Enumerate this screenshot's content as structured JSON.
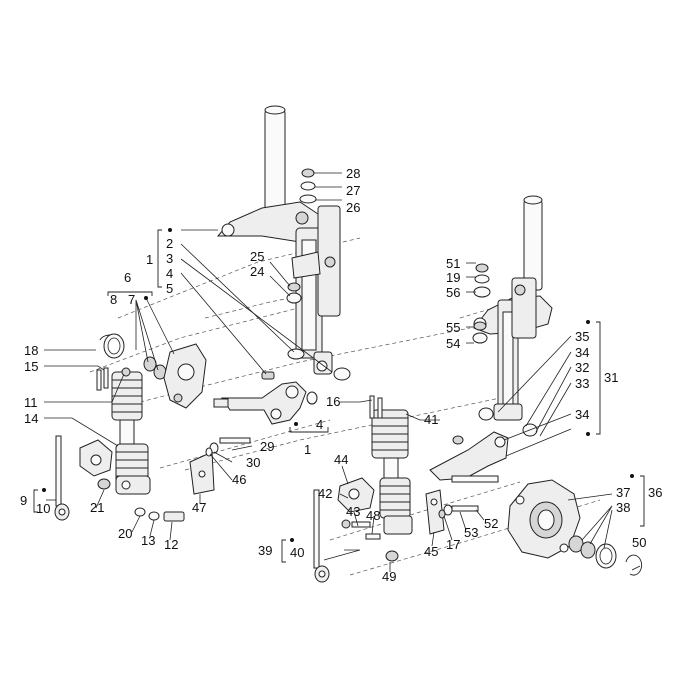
{
  "callouts": [
    {
      "id": "c1",
      "text": "1"
    },
    {
      "id": "c2",
      "text": "2"
    },
    {
      "id": "c3",
      "text": "3"
    },
    {
      "id": "c4",
      "text": "4"
    },
    {
      "id": "c5",
      "text": "5"
    },
    {
      "id": "c6",
      "text": "6"
    },
    {
      "id": "c7",
      "text": "7"
    },
    {
      "id": "c8",
      "text": "8"
    },
    {
      "id": "c9",
      "text": "9"
    },
    {
      "id": "c10",
      "text": "10"
    },
    {
      "id": "c11",
      "text": "11"
    },
    {
      "id": "c12",
      "text": "12"
    },
    {
      "id": "c13",
      "text": "13"
    },
    {
      "id": "c14",
      "text": "14"
    },
    {
      "id": "c15",
      "text": "15"
    },
    {
      "id": "c16",
      "text": "16"
    },
    {
      "id": "c17",
      "text": "17"
    },
    {
      "id": "c18",
      "text": "18"
    },
    {
      "id": "c19",
      "text": "19"
    },
    {
      "id": "c20",
      "text": "20"
    },
    {
      "id": "c21",
      "text": "21"
    },
    {
      "id": "c24",
      "text": "24"
    },
    {
      "id": "c25",
      "text": "25"
    },
    {
      "id": "c26",
      "text": "26"
    },
    {
      "id": "c27",
      "text": "27"
    },
    {
      "id": "c28",
      "text": "28"
    },
    {
      "id": "c29",
      "text": "29"
    },
    {
      "id": "c30",
      "text": "30"
    },
    {
      "id": "c31",
      "text": "31"
    },
    {
      "id": "c32",
      "text": "32"
    },
    {
      "id": "c33",
      "text": "33"
    },
    {
      "id": "c34",
      "text": "34"
    },
    {
      "id": "c35",
      "text": "35"
    },
    {
      "id": "c36",
      "text": "36"
    },
    {
      "id": "c37",
      "text": "37"
    },
    {
      "id": "c38",
      "text": "38"
    },
    {
      "id": "c39",
      "text": "39"
    },
    {
      "id": "c40",
      "text": "40"
    },
    {
      "id": "c41",
      "text": "41"
    },
    {
      "id": "c42",
      "text": "42"
    },
    {
      "id": "c43",
      "text": "43"
    },
    {
      "id": "c44",
      "text": "44"
    },
    {
      "id": "c45",
      "text": "45"
    },
    {
      "id": "c46",
      "text": "46"
    },
    {
      "id": "c47",
      "text": "47"
    },
    {
      "id": "c48",
      "text": "48"
    },
    {
      "id": "c49",
      "text": "49"
    },
    {
      "id": "c50",
      "text": "50"
    },
    {
      "id": "c51",
      "text": "51"
    },
    {
      "id": "c52",
      "text": "52"
    },
    {
      "id": "c53",
      "text": "53"
    },
    {
      "id": "c54",
      "text": "54"
    },
    {
      "id": "c55",
      "text": "55"
    },
    {
      "id": "c56",
      "text": "56"
    }
  ],
  "labels": {
    "n1a": "1",
    "n1b": "1",
    "n2": "2",
    "n3": "3",
    "n4a": "4",
    "n4b": "4",
    "n5": "5",
    "n6": "6",
    "n7": "7",
    "n8": "8",
    "n9": "9",
    "n10": "10",
    "n11": "11",
    "n12": "12",
    "n13": "13",
    "n14": "14",
    "n15": "15",
    "n16": "16",
    "n17": "17",
    "n18": "18",
    "n19": "19",
    "n20": "20",
    "n21": "21",
    "n24": "24",
    "n25": "25",
    "n26": "26",
    "n27": "27",
    "n28": "28",
    "n29": "29",
    "n30": "30",
    "n31": "31",
    "n32": "32",
    "n33": "33",
    "n34a": "34",
    "n34b": "34",
    "n35": "35",
    "n36": "36",
    "n37": "37",
    "n38": "38",
    "n39": "39",
    "n40": "40",
    "n41": "41",
    "n42": "42",
    "n43": "43",
    "n44": "44",
    "n45": "45",
    "n46": "46",
    "n47": "47",
    "n48": "48",
    "n49": "49",
    "n50": "50",
    "n51": "51",
    "n52": "52",
    "n53": "53",
    "n54": "54",
    "n55": "55",
    "n56": "56"
  }
}
